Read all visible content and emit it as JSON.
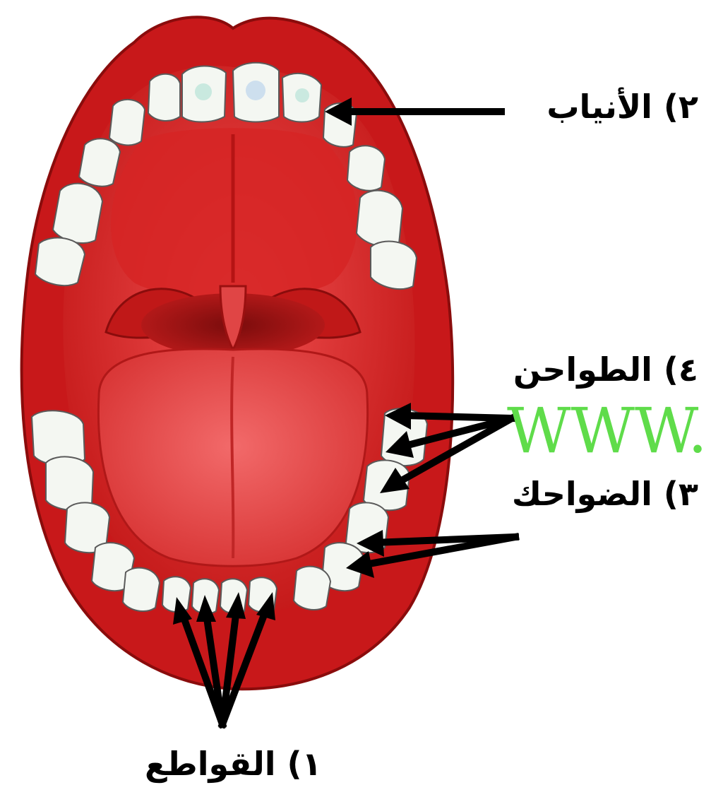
{
  "labels": {
    "canines": "٢) الأنياب",
    "molars": "٤) الطواحن",
    "premolars": "٣) الضواحك",
    "incisors": "١) القواطع"
  },
  "watermark": "WWW.",
  "colors": {
    "lip": "#cc1a1a",
    "mouth_interior": "#e02a2a",
    "tongue": "#e8474a",
    "teeth": "#f4f7f2",
    "arrow": "#000000",
    "watermark": "#5fdc4a"
  }
}
